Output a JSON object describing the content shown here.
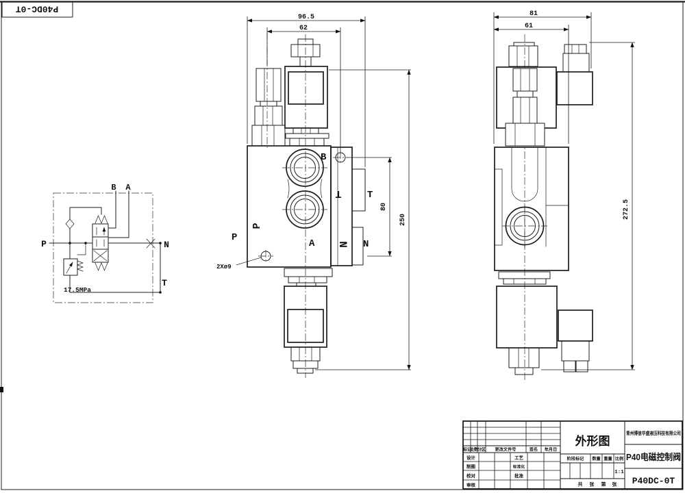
{
  "sheet": {
    "corner_model": "P40DC-0T"
  },
  "schematic": {
    "port_b": "B",
    "port_a": "A",
    "port_p": "P",
    "port_n": "N",
    "port_t": "T",
    "pressure_setting": "17.5MPa"
  },
  "front_view": {
    "dim_width_total": "96.5",
    "dim_width_inner": "62",
    "dim_height_total": "250",
    "dim_hole_spacing": "80",
    "dim_holes": "2Xø9",
    "label_b": "B",
    "label_t": "T",
    "label_p": "P",
    "label_a": "A",
    "label_n": "N",
    "stamp_t": "T",
    "stamp_p": "P",
    "stamp_n": "N"
  },
  "side_view": {
    "dim_width_total": "81",
    "dim_width_inner": "61",
    "dim_height_total": "272.5"
  },
  "title_block": {
    "company": "青州博信华盛液压科技有限公司",
    "drawing_title": "外形图",
    "product_name": "P40电磁控制阀",
    "model": "P40DC-0T",
    "scale_value": "1:1",
    "rev_headers": [
      "标记",
      "处数",
      "分区",
      "更改文件号",
      "签名",
      "年月日"
    ],
    "roles": {
      "design": "设计",
      "draft": "制图",
      "check": "校对",
      "review": "审核",
      "process": "工艺",
      "standard": "标准化",
      "approve": "批准"
    },
    "info_headers": {
      "stage": "阶段标记",
      "qty": "数量",
      "weight": "重量",
      "scale": "比例"
    },
    "sheet_counts": {
      "total_label": "共",
      "total_unit": "张",
      "page_label": "第",
      "page_unit": "张"
    }
  }
}
